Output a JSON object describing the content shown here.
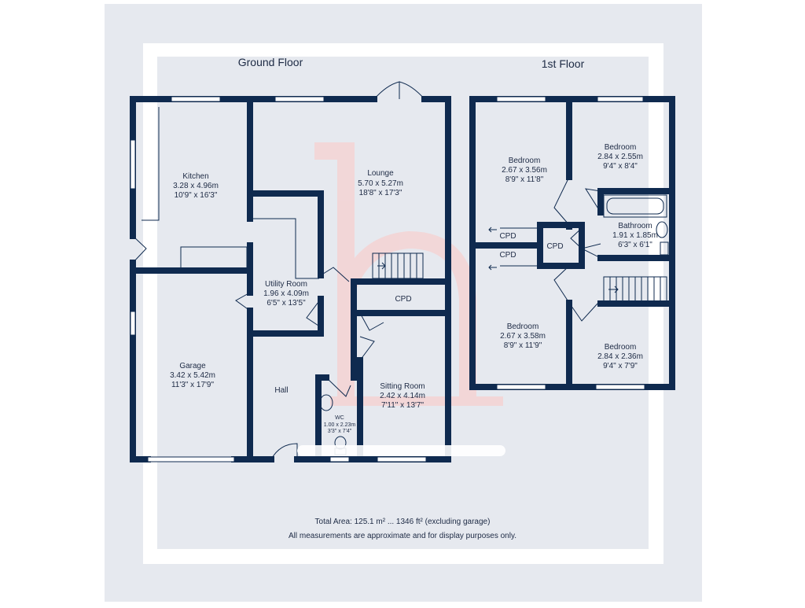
{
  "floors": {
    "ground": {
      "title": "Ground Floor",
      "rooms": {
        "kitchen": {
          "name": "Kitchen",
          "metric": "3.28 x 4.96m",
          "imperial": "10'9\" x 16'3\""
        },
        "lounge": {
          "name": "Lounge",
          "metric": "5.70 x 5.27m",
          "imperial": "18'8\" x 17'3\""
        },
        "utility": {
          "name": "Utility Room",
          "metric": "1.96 x 4.09m",
          "imperial": "6'5\" x 13'5\""
        },
        "garage": {
          "name": "Garage",
          "metric": "3.42 x 5.42m",
          "imperial": "11'3\" x 17'9\""
        },
        "hall": {
          "name": "Hall"
        },
        "cpd": {
          "name": "CPD"
        },
        "sitting": {
          "name": "Sitting Room",
          "metric": "2.42 x 4.14m",
          "imperial": "7'11\" x 13'7\""
        },
        "wc": {
          "name": "WC",
          "metric": "1.00 x 2.23m",
          "imperial": "3'3\" x 7'4\""
        }
      }
    },
    "first": {
      "title": "1st Floor",
      "rooms": {
        "bedroom1": {
          "name": "Bedroom",
          "metric": "2.67 x 3.56m",
          "imperial": "8'9\" x 11'8\""
        },
        "bedroom2": {
          "name": "Bedroom",
          "metric": "2.84 x 2.55m",
          "imperial": "9'4\" x 8'4\""
        },
        "bathroom": {
          "name": "Bathroom",
          "metric": "1.91 x 1.85m",
          "imperial": "6'3\" x 6'1\""
        },
        "cpd1": {
          "name": "CPD"
        },
        "cpd2": {
          "name": "CPD"
        },
        "cpd3": {
          "name": "CPD"
        },
        "bedroom3": {
          "name": "Bedroom",
          "metric": "2.67 x 3.58m",
          "imperial": "8'9\" x 11'9\""
        },
        "bedroom4": {
          "name": "Bedroom",
          "metric": "2.84 x 2.36m",
          "imperial": "9'4\" x 7'9\""
        }
      }
    }
  },
  "footer": {
    "total_area": "Total Area: 125.1 m² ... 1346 ft² (excluding garage)",
    "disclaimer": "All measurements are approximate and for display purposes only."
  },
  "colors": {
    "wall": "#0f2a4f",
    "outer_border": "#e6e9ef",
    "inner_panel": "#e6e9ef",
    "text": "#1d2a44",
    "watermark": "#f4c9c9"
  }
}
